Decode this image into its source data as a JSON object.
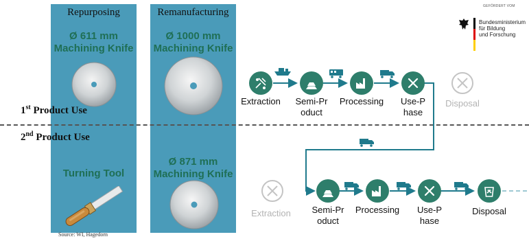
{
  "funder": {
    "small_caption": "GEFÖRDERT VOM",
    "ministry_lines": [
      "Bundesministerium",
      "für Bildung",
      "und Forschung"
    ]
  },
  "panels": {
    "repurposing": {
      "header": "Repurposing",
      "top_item": "Ø 611 mm\nMachining Knife",
      "bottom_item": "Turning Tool"
    },
    "remanufacturing": {
      "header": "Remanufacturing",
      "top_item": "Ø 1000 mm\nMachining Knife",
      "bottom_item": "Ø 871 mm\nMachining Knife"
    }
  },
  "product_use": {
    "first": {
      "ordinal": "1",
      "suffix": "st",
      "text": " Product Use"
    },
    "second": {
      "ordinal": "2",
      "suffix": "nd",
      "text": " Product Use"
    }
  },
  "flow_first": [
    {
      "label": "Extraction",
      "icon": "extraction-icon",
      "active": true
    },
    {
      "label": "Semi-Pr\noduct",
      "icon": "ingots-icon",
      "active": true
    },
    {
      "label": "Processing",
      "icon": "factory-icon",
      "active": true
    },
    {
      "label": "Use-P\nhase",
      "icon": "tools-icon",
      "active": true
    },
    {
      "label": "Disposal",
      "icon": "disposal-icon",
      "active": false
    }
  ],
  "flow_second": [
    {
      "label": "Extraction",
      "icon": "extraction-icon",
      "active": false
    },
    {
      "label": "Semi-Pr\noduct",
      "icon": "ingots-icon",
      "active": true
    },
    {
      "label": "Processing",
      "icon": "factory-icon",
      "active": true
    },
    {
      "label": "Use-P\nhase",
      "icon": "tools-icon",
      "active": true
    },
    {
      "label": "Disposal",
      "icon": "recycling-bin-icon",
      "active": true
    }
  ],
  "source_note": "Source: WI, Hagedorn",
  "colors": {
    "panel": "#4a9bb9",
    "node": "#2e7e6b",
    "arrow": "#1f7a8c",
    "title_green": "#1f6f55",
    "faded": "#b3b3b3"
  }
}
